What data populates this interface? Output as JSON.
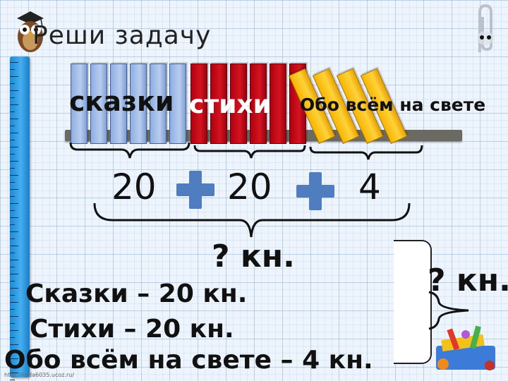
{
  "slide": {
    "title": "Реши задачу",
    "books": {
      "skazki_label": "сказки",
      "stihi_label": "стихи",
      "obo_label": "Обо всём на свете"
    },
    "numbers": [
      "20",
      "20",
      "4"
    ],
    "total_question": "? кн.",
    "side_question": "? кн.",
    "lines": [
      "Сказки – 20 кн.",
      "Стихи – 20 кн.",
      "Обо всём на свете – 4 кн."
    ],
    "url": "http://linda6035.ucoz.ru/",
    "colors": {
      "book_blue": "#a9c0e8",
      "book_red": "#c8101c",
      "book_yellow": "#fbc21d",
      "plus": "#4f7dc0",
      "ruler": "#2c9ae6"
    },
    "icons": [
      "owl-icon",
      "paperclip-icon",
      "school-supplies-icon"
    ]
  }
}
